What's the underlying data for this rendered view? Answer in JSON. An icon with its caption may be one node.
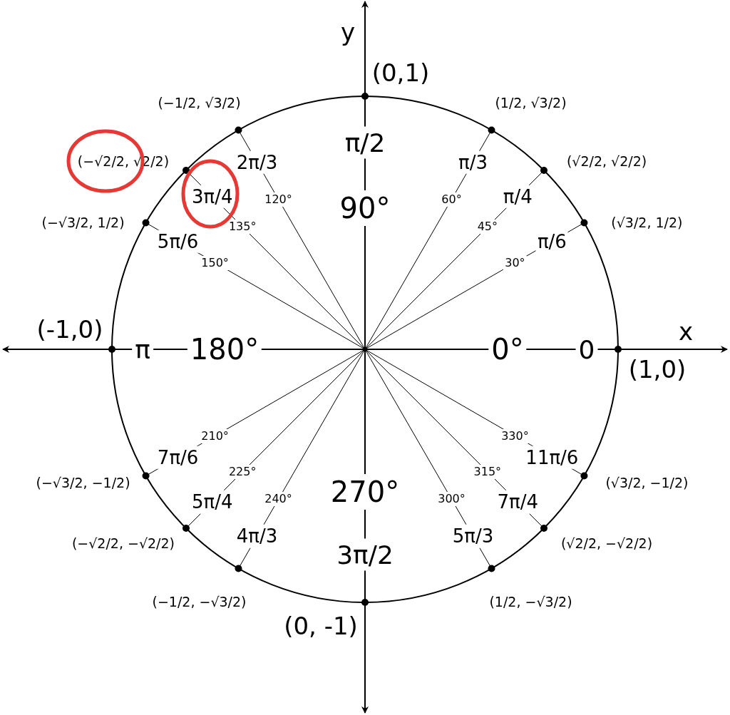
{
  "diagram": {
    "labels": [
      "y",
      "x",
      "(0,1)",
      "π/2",
      "90°",
      "(1/2, √3/2)",
      "π/3",
      "60°",
      "(√2/2, √2/2)",
      "π/4",
      "45°",
      "(√3/2, 1/2)",
      "π/6",
      "30°",
      "(1,0)",
      "0",
      "0°",
      "(√3/2, −1/2)",
      "11π/6",
      "330°",
      "(√2/2, −√2/2)",
      "7π/4",
      "315°",
      "(1/2, −√3/2)",
      "5π/3",
      "300°",
      "(0, -1)",
      "3π/2",
      "270°",
      "(−1/2, −√3/2)",
      "4π/3",
      "240°",
      "(−√2/2, −√2/2)",
      "5π/4",
      "225°",
      "(−√3/2, −1/2)",
      "7π/6",
      "210°",
      "(-1,0)",
      "π",
      "180°",
      "(−√3/2, 1/2)",
      "5π/6",
      "150°",
      "(−√2/2, √2/2)",
      "3π/4",
      "135°",
      "(−1/2, √3/2)",
      "2π/3",
      "120°"
    ]
  }
}
